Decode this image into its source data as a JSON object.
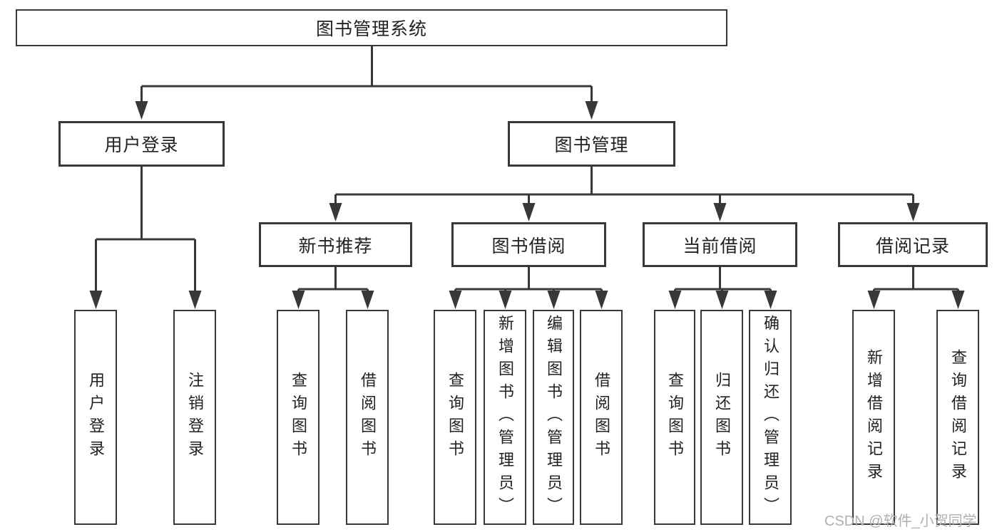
{
  "diagram": {
    "type": "hierarchy-tree",
    "title": "图书管理系统"
  },
  "nodes": {
    "root": "图书管理系统",
    "user_login": "用户登录",
    "book_mgmt": "图书管理",
    "new_book_rec": "新书推荐",
    "book_borrow": "图书借阅",
    "current_borrow": "当前借阅",
    "borrow_records": "借阅记录",
    "leaf_user_login": "用户登录",
    "leaf_logout": "注销登录",
    "leaf_query_books_a": "查询图书",
    "leaf_borrow_books_a": "借阅图书",
    "leaf_query_books_b": "查询图书",
    "leaf_add_books": "新增图书（管理员）",
    "leaf_edit_books": "编辑图书（管理员）",
    "leaf_borrow_books_b": "借阅图书",
    "leaf_query_books_c": "查询图书",
    "leaf_return_books": "归还图书",
    "leaf_confirm_return": "确认归还（管理员）",
    "leaf_add_record": "新增借阅记录",
    "leaf_query_record": "查询借阅记录"
  },
  "edges": [
    {
      "from": "图书管理系统",
      "to": "用户登录"
    },
    {
      "from": "图书管理系统",
      "to": "图书管理"
    },
    {
      "from": "用户登录",
      "to": "用户登录"
    },
    {
      "from": "用户登录",
      "to": "注销登录"
    },
    {
      "from": "图书管理",
      "to": "新书推荐"
    },
    {
      "from": "图书管理",
      "to": "图书借阅"
    },
    {
      "from": "图书管理",
      "to": "当前借阅"
    },
    {
      "from": "图书管理",
      "to": "借阅记录"
    },
    {
      "from": "新书推荐",
      "to": "查询图书"
    },
    {
      "from": "新书推荐",
      "to": "借阅图书"
    },
    {
      "from": "图书借阅",
      "to": "查询图书"
    },
    {
      "from": "图书借阅",
      "to": "新增图书（管理员）"
    },
    {
      "from": "图书借阅",
      "to": "编辑图书（管理员）"
    },
    {
      "from": "图书借阅",
      "to": "借阅图书"
    },
    {
      "from": "当前借阅",
      "to": "查询图书"
    },
    {
      "from": "当前借阅",
      "to": "归还图书"
    },
    {
      "from": "当前借阅",
      "to": "确认归还（管理员）"
    },
    {
      "from": "借阅记录",
      "to": "新增借阅记录"
    },
    {
      "from": "借阅记录",
      "to": "查询借阅记录"
    }
  ],
  "watermark": "CSDN @软件_小贺同学",
  "colors": {
    "line": "#383838",
    "box_border": "#383838",
    "box_fill": "#ffffff",
    "text": "#222222",
    "watermark": "#b0b0b0",
    "background": "#ffffff"
  }
}
